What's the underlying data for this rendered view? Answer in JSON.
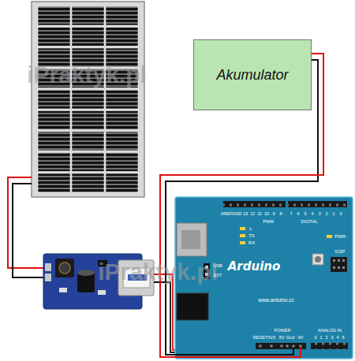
{
  "diagram": {
    "nodes": [
      {
        "text": [
          "Akumulator"
        ]
      },
      {
        "text": [
          "Arduino"
        ]
      }
    ],
    "edges": [
      {
        "from": 0,
        "to": 1,
        "arrow": "none"
      }
    ],
    "labels": [
      "iPraktyk.pl",
      "iPraktyk.pl",
      "AREF",
      "GND",
      "13",
      "12",
      "11",
      "10",
      "9",
      "8",
      "7",
      "6",
      "5",
      "4",
      "3",
      "2",
      "1",
      "0",
      "DIGITAL",
      "PWM",
      "L",
      "TX",
      "RX",
      "PWR",
      "ICSP",
      "USB",
      "EXT",
      "www.arduino.cc",
      "RESET",
      "3V3",
      "5V",
      "Gnd",
      "9V",
      "POWER",
      "ANALOG IN",
      "0",
      "1",
      "2",
      "3",
      "4",
      "5"
    ]
  }
}
